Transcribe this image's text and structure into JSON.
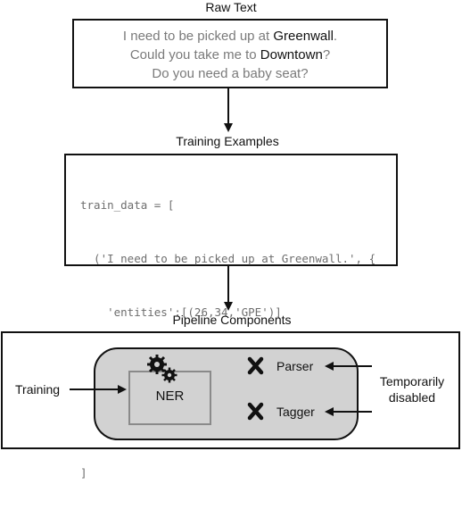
{
  "raw_text": {
    "heading": "Raw Text",
    "line1": {
      "pre": "I need to be picked up at ",
      "entity": "Greenwall",
      "post": "."
    },
    "line2": {
      "pre": "Could you take me to ",
      "entity": "Downtown",
      "post": "?"
    },
    "line3": "Do you need a baby seat?"
  },
  "training_examples": {
    "heading": "Training Examples",
    "code_lines": [
      "train_data = [",
      "  ('I need to be picked up at Greenwall.', {",
      "    'entities':[(26,34,'GPE')]",
      "  }),",
      "  ...",
      "]"
    ]
  },
  "pipeline": {
    "heading": "Pipeline Components",
    "ner_label": "NER",
    "parser_label": "Parser",
    "tagger_label": "Tagger",
    "training_label": "Training",
    "disabled_label_line1": "Temporarily",
    "disabled_label_line2": "disabled"
  }
}
